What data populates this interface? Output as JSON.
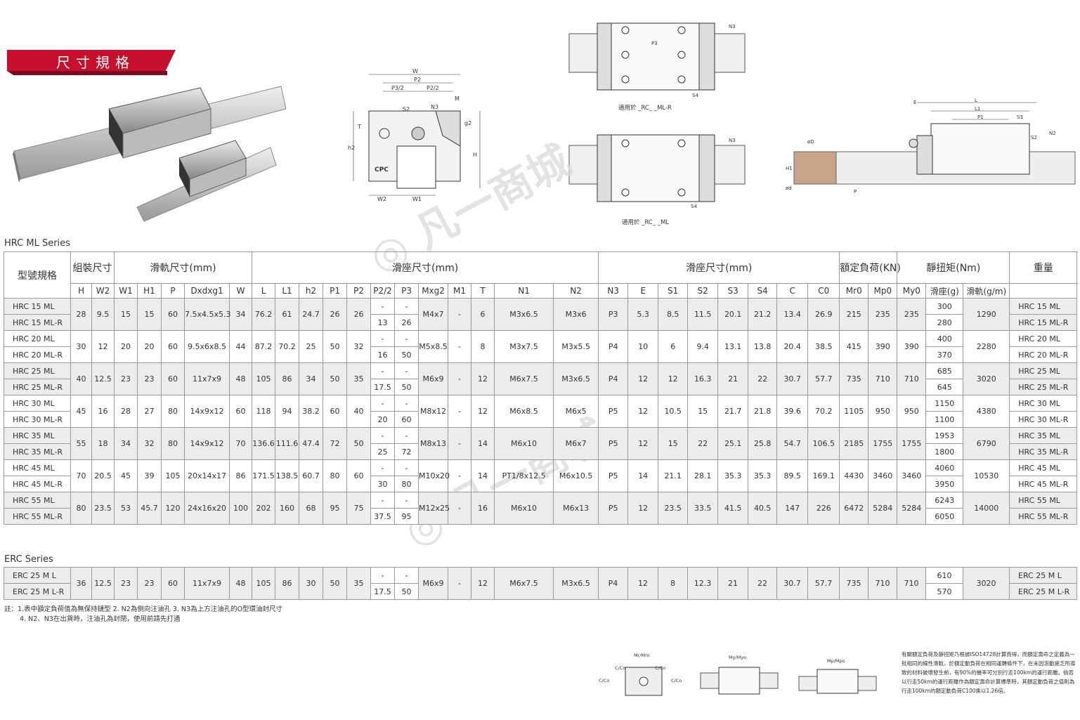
{
  "banner": {
    "title": "尺寸規格"
  },
  "drawings": {
    "front": {
      "labels": [
        "W",
        "P2",
        "P3/2",
        "P2/2",
        "M",
        "N3",
        "T",
        "g2",
        "H",
        "h2",
        "W2",
        "W1",
        "S2",
        "CPC"
      ]
    },
    "top1": {
      "labels": [
        "N3",
        "P3",
        "S4"
      ],
      "caption": "適用於 _RC_ _ML-R"
    },
    "top2": {
      "labels": [
        "N3",
        "S4"
      ],
      "caption": "適用於 _RC_ _ML"
    },
    "side": {
      "labels": [
        "E",
        "L",
        "L1",
        "P1",
        "S3",
        "S2",
        "N2",
        "øD",
        "H1",
        "ød",
        "P"
      ]
    },
    "moments": [
      {
        "labels": [
          "Mr/Mro",
          "C/Co",
          "C/Co",
          "C/Co",
          "C/Co"
        ]
      },
      {
        "labels": [
          "My/Myo"
        ]
      },
      {
        "labels": [
          "Mp/Mpo"
        ]
      }
    ]
  },
  "hrc": {
    "series_label": "HRC ML Series",
    "header_top": [
      "型號規格",
      "組裝尺寸",
      "滑軌尺寸(mm)",
      "滑座尺寸(mm)",
      "滑座尺寸(mm)",
      "額定負荷(KN)",
      "靜扭矩(Nm)",
      "重量",
      "型號規格"
    ],
    "header_sub": [
      "H",
      "W2",
      "W1",
      "H1",
      "P",
      "Dxdxg1",
      "W",
      "L",
      "L1",
      "h2",
      "P1",
      "P2",
      "P2/2",
      "P3",
      "Mxg2",
      "M1",
      "T",
      "N1",
      "N2",
      "N3",
      "E",
      "S1",
      "S2",
      "S3",
      "S4",
      "C",
      "C0",
      "Mr0",
      "Mp0",
      "My0",
      "滑座(g)",
      "滑軌(g/m)"
    ],
    "groups": [
      {
        "names": [
          "HRC 15 ML",
          "HRC 15 ML-R"
        ],
        "H": "28",
        "W2": "9.5",
        "W1": "15",
        "H1": "15",
        "P": "60",
        "Dxdxg1": "7.5x4.5x5.3",
        "W": "34",
        "L": "76.2",
        "L1": "61",
        "h2": "24.7",
        "P1": "26",
        "P2": "26",
        "P22": [
          "-",
          "13"
        ],
        "P3": [
          "-",
          "26"
        ],
        "Mxg2": "M4x7",
        "M1": "-",
        "T": "6",
        "N1": "M3x6.5",
        "N2": "M3x6",
        "N3": "P3",
        "E": "5.3",
        "S1": "8.5",
        "S2": "11.5",
        "S3": "20.1",
        "S4": "21.2",
        "C": "13.4",
        "C0": "26.9",
        "Mr0": "215",
        "Mp0": "235",
        "My0": "235",
        "wblock": [
          "300",
          "280"
        ],
        "wrail": "1290"
      },
      {
        "names": [
          "HRC 20 ML",
          "HRC 20 ML-R"
        ],
        "H": "30",
        "W2": "12",
        "W1": "20",
        "H1": "20",
        "P": "60",
        "Dxdxg1": "9.5x6x8.5",
        "W": "44",
        "L": "87.2",
        "L1": "70.2",
        "h2": "25",
        "P1": "50",
        "P2": "32",
        "P22": [
          "-",
          "16"
        ],
        "P3": [
          "-",
          "50"
        ],
        "Mxg2": "M5x8.5",
        "M1": "-",
        "T": "8",
        "N1": "M3x7.5",
        "N2": "M3x5.5",
        "N3": "P4",
        "E": "10",
        "S1": "6",
        "S2": "9.4",
        "S3": "13.1",
        "S4": "13.8",
        "C": "20.4",
        "C0": "38.5",
        "Mr0": "415",
        "Mp0": "390",
        "My0": "390",
        "wblock": [
          "400",
          "370"
        ],
        "wrail": "2280"
      },
      {
        "names": [
          "HRC 25 ML",
          "HRC 25 ML-R"
        ],
        "H": "40",
        "W2": "12.5",
        "W1": "23",
        "H1": "23",
        "P": "60",
        "Dxdxg1": "11x7x9",
        "W": "48",
        "L": "105",
        "L1": "86",
        "h2": "34",
        "P1": "50",
        "P2": "35",
        "P22": [
          "-",
          "17.5"
        ],
        "P3": [
          "-",
          "50"
        ],
        "Mxg2": "M6x9",
        "M1": "-",
        "T": "12",
        "N1": "M6x7.5",
        "N2": "M3x6.5",
        "N3": "P4",
        "E": "12",
        "S1": "12",
        "S2": "16.3",
        "S3": "21",
        "S4": "22",
        "C": "30.7",
        "C0": "57.7",
        "Mr0": "735",
        "Mp0": "710",
        "My0": "710",
        "wblock": [
          "685",
          "645"
        ],
        "wrail": "3020"
      },
      {
        "names": [
          "HRC 30 ML",
          "HRC 30 ML-R"
        ],
        "H": "45",
        "W2": "16",
        "W1": "28",
        "H1": "27",
        "P": "80",
        "Dxdxg1": "14x9x12",
        "W": "60",
        "L": "118",
        "L1": "94",
        "h2": "38.2",
        "P1": "60",
        "P2": "40",
        "P22": [
          "-",
          "20"
        ],
        "P3": [
          "-",
          "60"
        ],
        "Mxg2": "M8x12",
        "M1": "-",
        "T": "12",
        "N1": "M6x8.5",
        "N2": "M6x5",
        "N3": "P5",
        "E": "12",
        "S1": "10.5",
        "S2": "15",
        "S3": "21.7",
        "S4": "21.8",
        "C": "39.6",
        "C0": "70.2",
        "Mr0": "1105",
        "Mp0": "950",
        "My0": "950",
        "wblock": [
          "1150",
          "1100"
        ],
        "wrail": "4380"
      },
      {
        "names": [
          "HRC 35 ML",
          "HRC 35 ML-R"
        ],
        "H": "55",
        "W2": "18",
        "W1": "34",
        "H1": "32",
        "P": "80",
        "Dxdxg1": "14x9x12",
        "W": "70",
        "L": "136.6",
        "L1": "111.6",
        "h2": "47.4",
        "P1": "72",
        "P2": "50",
        "P22": [
          "-",
          "25"
        ],
        "P3": [
          "-",
          "72"
        ],
        "Mxg2": "M8x13",
        "M1": "-",
        "T": "14",
        "N1": "M6x10",
        "N2": "M6x7",
        "N3": "P5",
        "E": "12",
        "S1": "15",
        "S2": "22",
        "S3": "25.1",
        "S4": "25.8",
        "C": "54.7",
        "C0": "106.5",
        "Mr0": "2185",
        "Mp0": "1755",
        "My0": "1755",
        "wblock": [
          "1953",
          "1800"
        ],
        "wrail": "6790"
      },
      {
        "names": [
          "HRC 45 ML",
          "HRC 45 ML-R"
        ],
        "H": "70",
        "W2": "20.5",
        "W1": "45",
        "H1": "39",
        "P": "105",
        "Dxdxg1": "20x14x17",
        "W": "86",
        "L": "171.5",
        "L1": "138.5",
        "h2": "60.7",
        "P1": "80",
        "P2": "60",
        "P22": [
          "-",
          "30"
        ],
        "P3": [
          "-",
          "80"
        ],
        "Mxg2": "M10x20",
        "M1": "-",
        "T": "14",
        "N1": "PT1/8x12.5",
        "N2": "M6x10.5",
        "N3": "P5",
        "E": "14",
        "S1": "21.1",
        "S2": "28.1",
        "S3": "35.3",
        "S4": "35.3",
        "C": "89.5",
        "C0": "169.1",
        "Mr0": "4430",
        "Mp0": "3460",
        "My0": "3460",
        "wblock": [
          "4060",
          "3950"
        ],
        "wrail": "10530"
      },
      {
        "names": [
          "HRC 55 ML",
          "HRC 55 ML-R"
        ],
        "H": "80",
        "W2": "23.5",
        "W1": "53",
        "H1": "45.7",
        "P": "120",
        "Dxdxg1": "24x16x20",
        "W": "100",
        "L": "202",
        "L1": "160",
        "h2": "68",
        "P1": "95",
        "P2": "75",
        "P22": [
          "-",
          "37.5"
        ],
        "P3": [
          "-",
          "95"
        ],
        "Mxg2": "M12x25",
        "M1": "-",
        "T": "16",
        "N1": "M6x10",
        "N2": "M6x13",
        "N3": "P5",
        "E": "12",
        "S1": "23.5",
        "S2": "33.5",
        "S3": "41.5",
        "S4": "40.5",
        "C": "147",
        "C0": "226",
        "Mr0": "6472",
        "Mp0": "5284",
        "My0": "5284",
        "wblock": [
          "6243",
          "6050"
        ],
        "wrail": "14000"
      }
    ]
  },
  "erc": {
    "series_label": "ERC Series",
    "groups": [
      {
        "names": [
          "ERC 25 M L",
          "ERC 25 M L-R"
        ],
        "H": "36",
        "W2": "12.5",
        "W1": "23",
        "H1": "23",
        "P": "60",
        "Dxdxg1": "11x7x9",
        "W": "48",
        "L": "105",
        "L1": "86",
        "h2": "30",
        "P1": "50",
        "P2": "35",
        "P22": [
          "-",
          "17.5"
        ],
        "P3": [
          "-",
          "50"
        ],
        "Mxg2": "M6x9",
        "M1": "-",
        "T": "12",
        "N1": "M6x7.5",
        "N2": "M3x6.5",
        "N3": "P4",
        "E": "12",
        "S1": "8",
        "S2": "12.3",
        "S3": "21",
        "S4": "22",
        "C": "30.7",
        "C0": "57.7",
        "Mr0": "735",
        "Mp0": "710",
        "My0": "710",
        "wblock": [
          "610",
          "570"
        ],
        "wrail": "3020"
      }
    ]
  },
  "notes": {
    "line1": "註：1.表中額定負荷值為無保持鏈型        2. N2為側向注油孔        3. N3為上方注油孔的O型環油封尺寸",
    "line2": "4. N2、N3在出貨時，注油孔為封閉，使用前請先打通"
  },
  "sidetext": "有關額定負荷及靜扭矩乃根據ISO14728計算而得，而額定壽命之定義為一批相同的線性滑軌，於額定動負荷在相同運轉條件下，在未因滾動疲乏所導致的材料破壞發生前，有90%的機率可分別行走100km的運行距離。倘若以行走50km的運行距離作為額定壽命計算標準時，其額定動負荷之值則為行走100km的額定動負荷C100乘以1.26倍。"
}
